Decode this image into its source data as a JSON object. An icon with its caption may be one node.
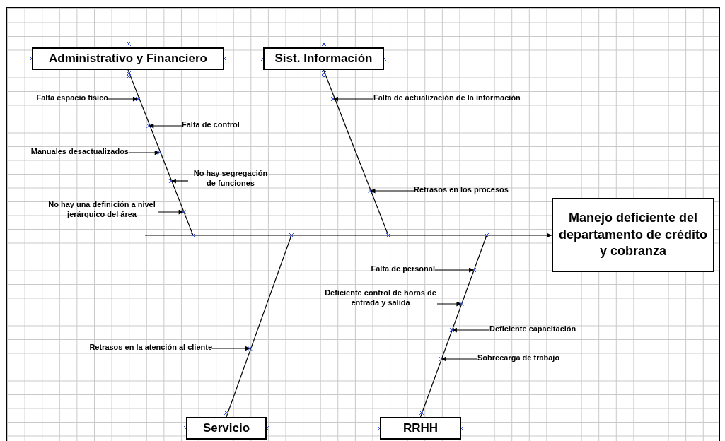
{
  "diagram": {
    "nodes": [
      {
        "text": [
          "Administrativo y Financiero"
        ]
      },
      {
        "text": [
          "Sist. Información"
        ]
      },
      {
        "text": [
          "Falta espacio físico"
        ]
      },
      {
        "text": [
          "Falta de control"
        ]
      },
      {
        "text": [
          "Falta de actualización de la información"
        ]
      },
      {
        "text": [
          "Manuales desactualizados"
        ]
      },
      {
        "text": [
          "No hay segregación de funciones"
        ]
      },
      {
        "text": [
          "Retrasos en los procesos"
        ]
      },
      {
        "text": [
          "No hay una definición a nivel jerárquico del área"
        ]
      },
      {
        "text": [
          "Manejo deficiente del departamento de crédito y cobranza"
        ]
      },
      {
        "text": [
          "Falta de personal"
        ]
      },
      {
        "text": [
          "Deficiente control de horas de entrada y salida"
        ]
      },
      {
        "text": [
          "Deficiente capacitación"
        ]
      },
      {
        "text": [
          "Retrasos en la atención al cliente"
        ]
      },
      {
        "text": [
          "Sobrecarga de trabajo"
        ]
      },
      {
        "text": [
          "Servicio"
        ]
      },
      {
        "text": [
          "RRHH"
        ]
      }
    ],
    "edges": [
      {
        "from": null,
        "to": 9,
        "arrow": "to"
      },
      {
        "from": 0,
        "to": null,
        "arrow": "none"
      },
      {
        "from": 1,
        "to": null,
        "arrow": "none"
      },
      {
        "from": 15,
        "to": null,
        "arrow": "none"
      },
      {
        "from": 16,
        "to": null,
        "arrow": "none"
      },
      {
        "from": 2,
        "to": null,
        "arrow": "to"
      },
      {
        "from": 3,
        "to": null,
        "arrow": "to"
      },
      {
        "from": 4,
        "to": null,
        "arrow": "to"
      },
      {
        "from": 5,
        "to": null,
        "arrow": "to"
      },
      {
        "from": 6,
        "to": null,
        "arrow": "to"
      },
      {
        "from": 7,
        "to": null,
        "arrow": "to"
      },
      {
        "from": 8,
        "to": null,
        "arrow": "to"
      },
      {
        "from": 10,
        "to": null,
        "arrow": "to"
      },
      {
        "from": 11,
        "to": null,
        "arrow": "to"
      },
      {
        "from": 12,
        "to": null,
        "arrow": "to"
      },
      {
        "from": 13,
        "to": null,
        "arrow": "to"
      },
      {
        "from": 14,
        "to": null,
        "arrow": "to"
      }
    ]
  }
}
